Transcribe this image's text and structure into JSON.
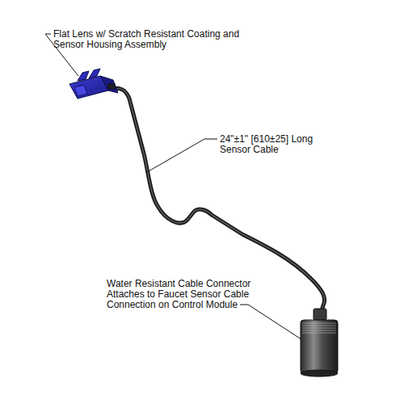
{
  "diagram": {
    "labels": [
      "Flat Lens w/ Scratch Resistant Coating and Sensor Housing Assembly",
      "24\"±1\" [610±25] Long Sensor Cable",
      "Water Resistant Cable Connector Attaches to Faucet Sensor Cable Connection on Control Module"
    ]
  }
}
